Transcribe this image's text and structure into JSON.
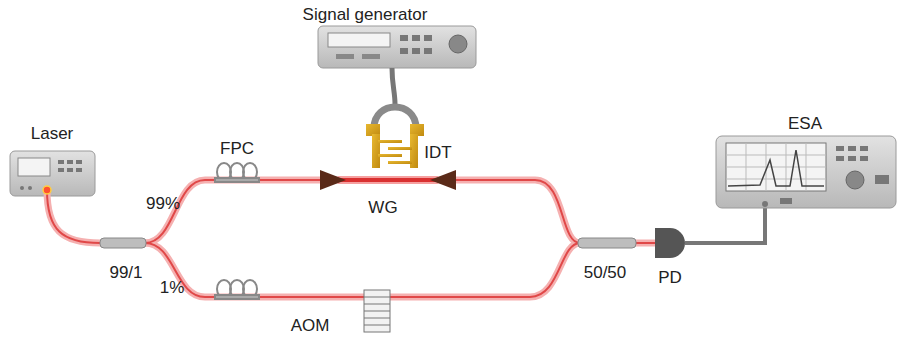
{
  "diagram": {
    "labels": [
      "Signal generator",
      "Laser",
      "FPC",
      "IDT",
      "99%",
      "WG",
      "99/1",
      "1%",
      "AOM",
      "50/50",
      "PD",
      "ESA"
    ]
  }
}
